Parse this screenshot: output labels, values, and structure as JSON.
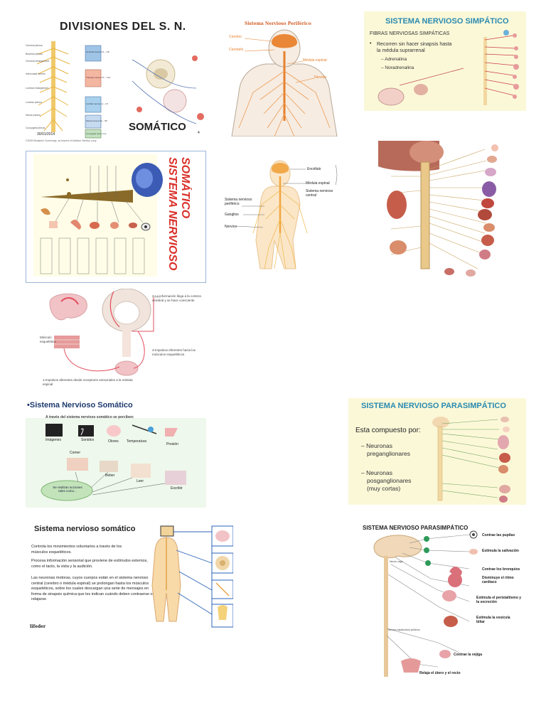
{
  "colors": {
    "nerve_orange": "#e6812e",
    "nerve_yellow": "#f0b84a",
    "cream_bg": "#fbf8d8",
    "title_teal": "#2a8ab0",
    "brain_pink": "#f1c3c6",
    "purple": "#3b4a9e"
  },
  "tile1": {
    "title": "DIVISIONES DEL S. N.",
    "subtitle": "SOMÁTICO",
    "labels": [
      "Cervical plexus",
      "Brachial plexus",
      "Cervical enlargement",
      "Intercostal nerves",
      "Lumbar enlargement",
      "Lumbar plexus",
      "Sacral plexus",
      "Coccygeal plexus"
    ],
    "box_labels": [
      "Cervical nerves C1 – C8",
      "Thoracic nerves T1 – T12",
      "Lumbar nerves L1 – L5",
      "Sacral nerves S1 – S5",
      "Coccygeal nerve Co1"
    ],
    "page_num": "4",
    "date": "30/01/2014",
    "credit": "©2005 Benjamin Cummings, an imprint of Addison Wesley Long"
  },
  "tile2": {
    "title": "Sistema Nervioso Periférico",
    "labels": [
      "Cerebro",
      "Cerebelo",
      "Médula espinal",
      "Nervios"
    ]
  },
  "tile3": {
    "title": "SISTEMA NERVIOSO SIMPÁTICO",
    "heading": "FIBRAS NERVIOSAS SIMPÁTICAS",
    "bullet": "Recorren sin hacer sinapsis hasta la médula suprarrenal",
    "sub_items": [
      "Adrenalina",
      "Noradrenalina"
    ]
  },
  "tile4": {
    "title_line1": "SISTEMA NERVIOSO",
    "title_line2": "SOMÁTICO"
  },
  "tile5": {
    "labels": [
      "Encéfalo",
      "Médula espinal",
      "Sistema nervioso central",
      "Sistema nervioso periférico",
      "Ganglios",
      "Nervios"
    ]
  },
  "tile7": {
    "labels": [
      "2-La información llega a la corteza cerebral y se hace consciente",
      "Músculo esquelético",
      "3-Impulsos eferentes hacia los músculos esqueléticos",
      "1-Impulsos aferentes desde receptores sensoriales a la médula espinal"
    ]
  },
  "tile8": {
    "title": "•Sistema Nervioso Somático",
    "subtitle": "A través del sistema nervioso somático se perciben:",
    "items": [
      "Imágenes",
      "Sonidos",
      "Olores",
      "Temperatura",
      "Presión",
      "Comer",
      "Beber",
      "Leer",
      "Escribir"
    ],
    "center": "Se realizan acciones tales como..."
  },
  "tile9": {
    "title": "SISTEMA NERVIOSO PARASIMPÁTICO",
    "intro": "Esta compuesto por:",
    "item1_line1": "– Neuronas",
    "item1_line2": "preganglionares",
    "item2_line1": "– Neuronas",
    "item2_line2": "posganglionares",
    "item2_line3": "(muy cortas)"
  },
  "tile10": {
    "title": "Sistema nervioso somático",
    "p1": "Controla los movimientos voluntarios a través de los músculos esqueléticos.",
    "p2": "Procesa información sensorial que proviene de estímulos externos, como el tacto, la vista y la audición.",
    "p3": "Las neuronas motoras, cuyos cuerpos están en el sistema nervioso central (cerebro o médula espinal) se prolongan hasta los músculos esqueléticos, sobre los cuales descargan una serie de mensajes en forma de sinapsis química que les indican cuándo deben contraerse o relajarse",
    "logo": "lifeder"
  },
  "tile11": {
    "title": "SISTEMA NERVIOSO PARASIMPÁTICO",
    "effects": [
      "Contrae las pupilas",
      "Estimula la salivación",
      "Contrae los bronquios",
      "Disminuye el ritmo cardiaco",
      "Estimula el peristaltismo y la secreción",
      "Estimula la vesícula biliar",
      "Contrae la vejiga",
      "Relaja el útero y el recto"
    ],
    "labels": [
      "Nervio vago",
      "Nervios esplácnicos pélvicos"
    ]
  }
}
